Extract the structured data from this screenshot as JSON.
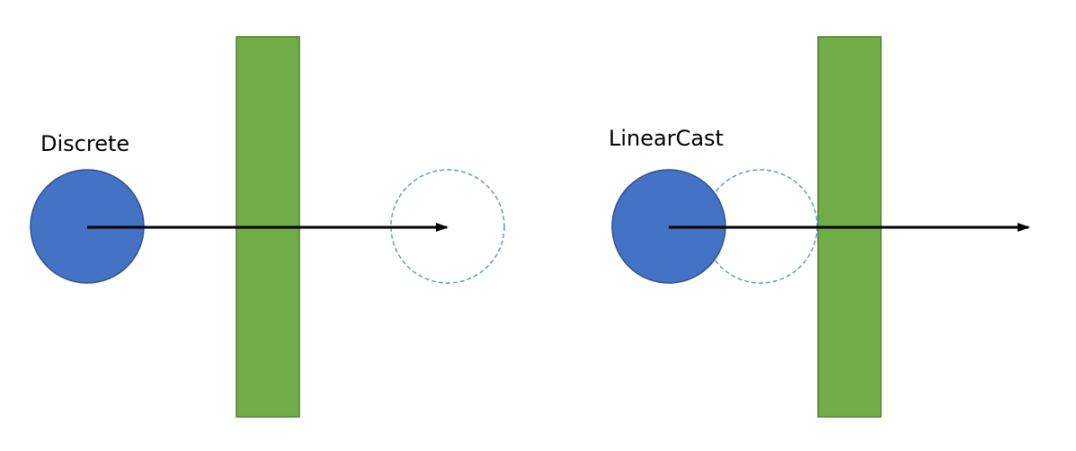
{
  "diagrams": [
    {
      "id": "discrete",
      "label": "Discrete",
      "colors": {
        "ball_fill": "#4472C4",
        "ball_stroke": "#2F528F",
        "ghost_stroke": "#5B9BD5",
        "wall_fill": "#70AD47",
        "wall_stroke": "#507E32",
        "arrow": "#000000"
      }
    },
    {
      "id": "linearcast",
      "label": "LinearCast",
      "colors": {
        "ball_fill": "#4472C4",
        "ball_stroke": "#2F528F",
        "ghost_stroke": "#5B9BD5",
        "wall_fill": "#70AD47",
        "wall_stroke": "#507E32",
        "arrow": "#000000"
      }
    }
  ]
}
